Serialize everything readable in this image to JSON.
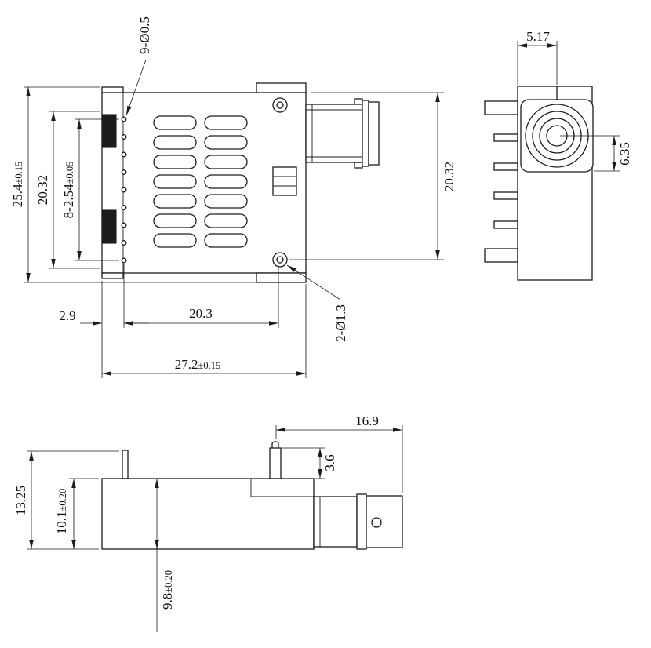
{
  "drawing": {
    "front": {
      "holes_label": "9-Ø0.5",
      "overall_height": "25.4",
      "overall_height_tol": "±0.15",
      "inner_height": "20.32",
      "pitch": "8-2.54",
      "pitch_tol": "±0.05",
      "right_height": "20.32",
      "edge_offset": "2.9",
      "hole_span": "20.3",
      "overall_width": "27.2",
      "overall_width_tol": "±0.15",
      "mount_holes_label": "2-Ø1.3"
    },
    "side": {
      "top_width": "5.17",
      "center_offset": "6.35"
    },
    "bottom": {
      "body_width": "16.9",
      "pin_height": "3.6",
      "total_height": "13.25",
      "body_height": "10.1",
      "body_height_tol": "±0.20",
      "depth": "9.8",
      "depth_tol": "±0.20"
    },
    "colors": {
      "line": "#1c1c1c",
      "background": "#ffffff"
    }
  }
}
